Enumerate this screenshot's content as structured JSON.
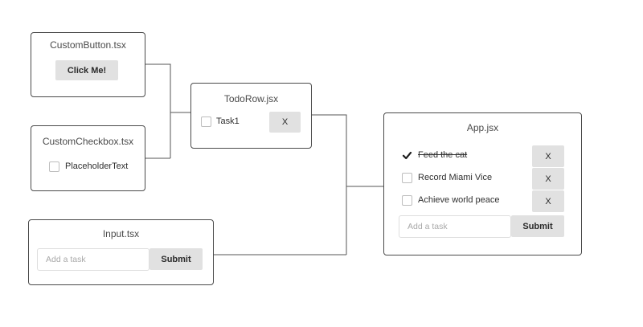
{
  "custom_button": {
    "title": "CustomButton.tsx",
    "button_label": "Click Me!"
  },
  "custom_checkbox": {
    "title": "CustomCheckbox.tsx",
    "label": "PlaceholderText"
  },
  "input_component": {
    "title": "Input.tsx",
    "placeholder": "Add a task",
    "submit_label": "Submit"
  },
  "todo_row": {
    "title": "TodoRow.jsx",
    "task_label": "Task1",
    "delete_label": "X"
  },
  "app": {
    "title": "App.jsx",
    "todos": [
      {
        "label": "Feed the cat",
        "done": true,
        "delete_label": "X"
      },
      {
        "label": "Record Miami Vice",
        "done": false,
        "delete_label": "X"
      },
      {
        "label": "Achieve world peace",
        "done": false,
        "delete_label": "X"
      }
    ],
    "input_placeholder": "Add a task",
    "submit_label": "Submit"
  },
  "colors": {
    "border": "#4a4a4a",
    "button_gray": "#e1e1e1",
    "connector": "#555555"
  },
  "icons": {
    "checkmark": "checkmark-icon"
  }
}
